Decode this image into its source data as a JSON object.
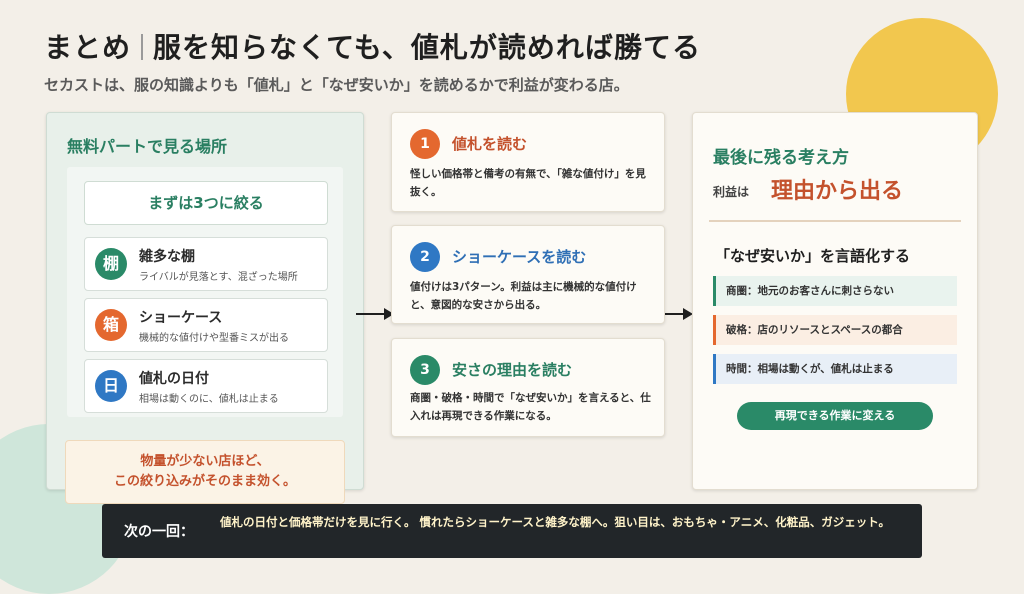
{
  "header": {
    "title_main": "まとめ",
    "title_rest": "服を知らなくても、値札が読めれば勝てる",
    "subtitle": "セカストは、服の知識よりも「値札」と「なぜ安いか」を読めるかで利益が変わる店。"
  },
  "left_panel": {
    "heading": "無料パートで見る場所",
    "inner_title": "まずは3つに絞る",
    "items": [
      {
        "badge": "棚",
        "name": "雑多な棚",
        "desc": "ライバルが見落とす、混ざった場所",
        "color": "#2a8a68"
      },
      {
        "badge": "箱",
        "name": "ショーケース",
        "desc": "機械的な値付けや型番ミスが出る",
        "color": "#e4682f"
      },
      {
        "badge": "日",
        "name": "値札の日付",
        "desc": "相場は動くのに、値札は止まる",
        "color": "#2f78c4"
      }
    ],
    "note_line1": "物量が少ない店ほど、",
    "note_line2": "この絞り込みがそのまま効く。"
  },
  "steps": [
    {
      "num": "1",
      "title": "値札を読む",
      "body": "怪しい価格帯と備考の有無で、「雑な値付け」を見抜く。",
      "color": "#e4682f",
      "title_color": "#c4522d"
    },
    {
      "num": "2",
      "title": "ショーケースを読む",
      "body": "値付けは3パターン。利益は主に機械的な値付けと、意図的な安さから出る。",
      "color": "#2f78c4",
      "title_color": "#2f6fb5"
    },
    {
      "num": "3",
      "title": "安さの理由を読む",
      "body": "商圏・破格・時間で「なぜ安いか」を言えると、仕入れは再現できる作業になる。",
      "color": "#2a8a68",
      "title_color": "#2a7f62"
    }
  ],
  "right_panel": {
    "title": "最後に残る考え方",
    "profit_label": "利益は",
    "profit_big": "理由から出る",
    "sub_heading": "「なぜ安いか」を言語化する",
    "reasons": [
      {
        "text": "商圏：地元のお客さんに刺さらない",
        "border": "#2a8a68",
        "bg": "#e9f3ee"
      },
      {
        "text": "破格：店のリソースとスペースの都合",
        "border": "#e4682f",
        "bg": "#fbeee3"
      },
      {
        "text": "時間：相場は動くが、値札は止まる",
        "border": "#2f78c4",
        "bg": "#e8eff7"
      }
    ],
    "button_label": "再現できる作業に変える"
  },
  "footer": {
    "label": "次の一回：",
    "text": "値札の日付と価格帯だけを見に行く。 慣れたらショーケースと雑多な棚へ。狙い目は、おもちゃ・アニメ、化粧品、ガジェット。"
  }
}
